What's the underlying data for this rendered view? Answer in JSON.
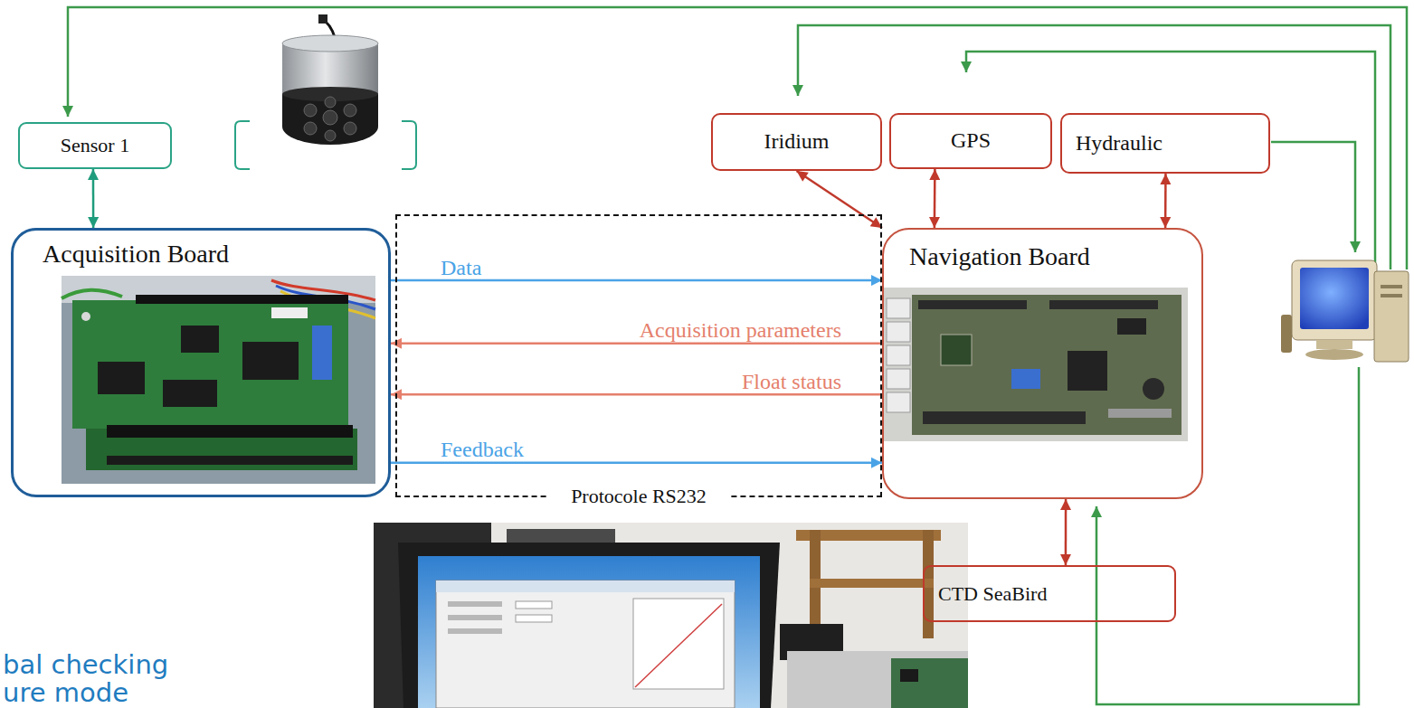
{
  "diagram": {
    "nodes": [
      {
        "text": [
          "Sensor 1"
        ]
      },
      {
        "text": [
          "Iridium"
        ]
      },
      {
        "text": [
          "GPS"
        ]
      },
      {
        "text": [
          "Hydraulic"
        ]
      },
      {
        "text": [
          "Acquisition Board"
        ]
      },
      {
        "text": [
          "Protocole RS232"
        ]
      },
      {
        "text": [
          "Navigation Board"
        ]
      },
      {
        "text": [
          "CTD SeaBird"
        ]
      }
    ],
    "edges": [
      {
        "from": 0,
        "to": 4,
        "arrow": "both"
      },
      {
        "from": 1,
        "to": 6,
        "arrow": "both"
      },
      {
        "from": 2,
        "to": 6,
        "arrow": "both"
      },
      {
        "from": 3,
        "to": 6,
        "arrow": "both"
      },
      {
        "from": 4,
        "to": 6,
        "label": "Data",
        "arrow": "to"
      },
      {
        "from": 6,
        "to": 4,
        "label": "Acquisition parameters",
        "arrow": "to"
      },
      {
        "from": 6,
        "to": 4,
        "label": "Float status",
        "arrow": "to"
      },
      {
        "from": 4,
        "to": 6,
        "label": "Feedback",
        "arrow": "to"
      },
      {
        "from": 6,
        "to": 7,
        "arrow": "both"
      }
    ],
    "labels": [
      "bal checking",
      "ure mode"
    ]
  }
}
